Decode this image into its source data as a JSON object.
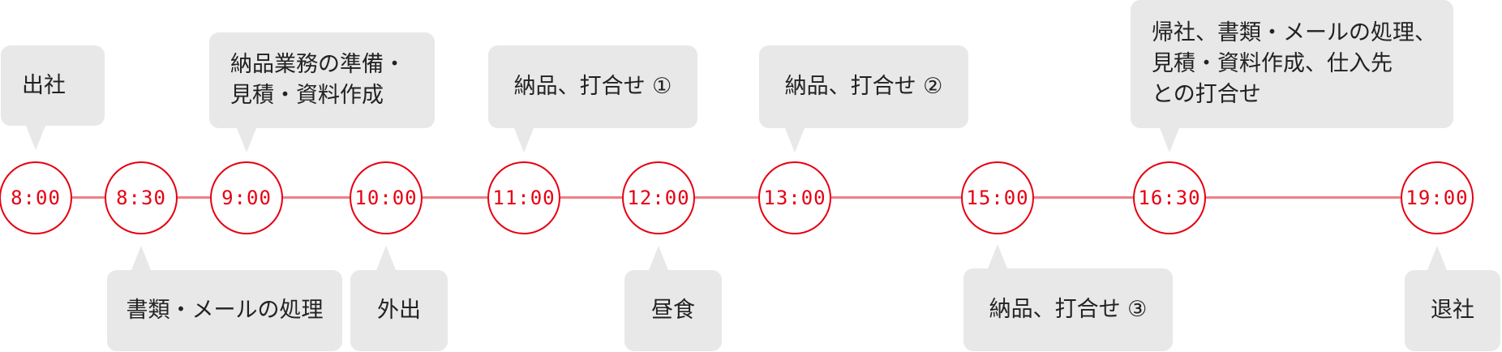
{
  "times": [
    "8:00",
    "8:30",
    "9:00",
    "10:00",
    "11:00",
    "12:00",
    "13:00",
    "15:00",
    "16:30",
    "19:00"
  ],
  "above": [
    {
      "time": "8:00",
      "lines": [
        "出社"
      ]
    },
    {
      "time": "9:00",
      "lines": [
        "納品業務の準備・",
        "見積・資料作成"
      ]
    },
    {
      "time": "11:00",
      "lines": [
        "納品、打合せ ①"
      ]
    },
    {
      "time": "13:00",
      "lines": [
        "納品、打合せ ②"
      ]
    },
    {
      "time": "16:30",
      "lines": [
        "帰社、書類・メールの処理、",
        "見積・資料作成、仕入先",
        "との打合せ"
      ]
    }
  ],
  "below": [
    {
      "time": "8:30",
      "lines": [
        "書類・メールの処理"
      ]
    },
    {
      "time": "10:00",
      "lines": [
        "外出"
      ]
    },
    {
      "time": "12:00",
      "lines": [
        "昼食"
      ]
    },
    {
      "time": "15:00",
      "lines": [
        "納品、打合せ ③"
      ]
    },
    {
      "time": "19:00",
      "lines": [
        "退社"
      ]
    }
  ],
  "colors": {
    "accent": "#e60012",
    "line": "#ee7f88",
    "bubble": "#e8e8e8",
    "text": "#222222"
  }
}
